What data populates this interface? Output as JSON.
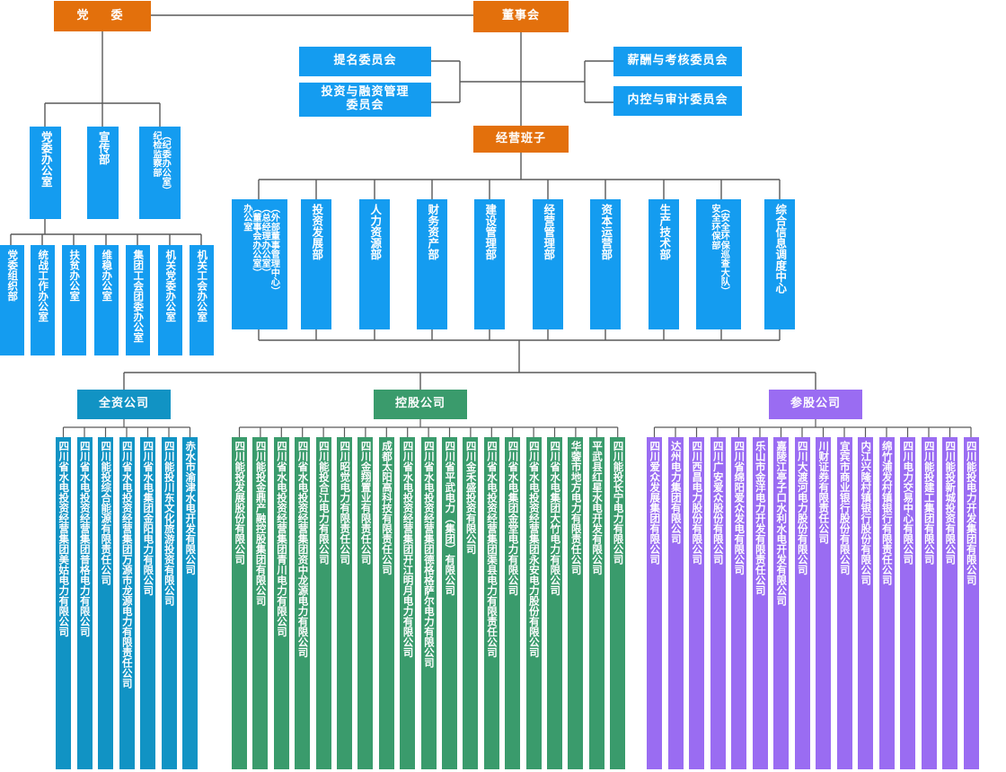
{
  "colors": {
    "orange": "#e3700c",
    "blue": "#149cf0",
    "teal": "#1193c4",
    "green": "#3a9b6c",
    "purple": "#9a6cf2",
    "line": "#595959",
    "text": "#ffffff"
  },
  "top": {
    "party_committee": "党　委",
    "board_of_directors": "董事会",
    "management_team": "经营班子"
  },
  "board_committees_left": [
    "提名委员会",
    "投资与融资管理\n委员会"
  ],
  "board_committees_right": [
    "薪酬与考核委员会",
    "内控与审计委员会"
  ],
  "party_depts": [
    "党委办公室",
    "宣传部",
    "（纪委办公室）纪检监察部"
  ],
  "party_office_subs": [
    "党委组织部",
    "统战工作办公室",
    "扶贫办公室",
    "维稳办公室",
    "集团工会团委办公室",
    "机关党委办公室",
    "机关工会办公室"
  ],
  "functional_depts": [
    "（外部董事管理中心）（总经理办公室）（董事会办公室）办公室",
    "投资发展部",
    "人力资源部",
    "财务资产部",
    "建设管理部",
    "经营管理部",
    "资本运营部",
    "生产技术部",
    "（安全环保巡查大队）安全环保部",
    "综合信息调度中心"
  ],
  "functional_dept_cols": {
    "office": [
      "（外部董事管理中心）",
      "（总经理办公室）",
      "（董事会办公室）",
      "办公室"
    ],
    "safety": [
      "（安全环保巡查大队）",
      "安全环保部"
    ]
  },
  "groups": [
    {
      "id": "wholly-owned",
      "header": "全资公司",
      "color": "#1193c4",
      "companies": [
        "四川省水电投资经营集团美姑电力有限公司",
        "四川省水电投资经营集团普格电力有限公司",
        "四川能投综合能源有限责任公司",
        "四川省水电投资经营集团万源市龙源电力有限责任公司",
        "四川省水电集团金阳电力有限公司",
        "四川能投川东文化旅游投资有限公司",
        "赤水市渝津水电开发有限公司"
      ]
    },
    {
      "id": "holding",
      "header": "控股公司",
      "color": "#3a9b6c",
      "companies": [
        "四川能投发展股份有限公司",
        "四川能投金鼎产融控股集团有限公司",
        "四川省水电投资经营集团青川电力有限公司",
        "四川省水电投资经营集团资中龙源电力有限公司",
        "四川能投合江电力有限公司",
        "四川昭觉电力有限责任公司",
        "四川金翔置业有限责任公司",
        "成都太阳高科技有限责任公司",
        "四川省水电投资经营集团开江明月电力有限公司",
        "四川省水电投资经营集团德格格萨尔电力有限公司",
        "四川省平武电力（集团）有限公司",
        "四川金禾盛投资有限公司",
        "四川省水电投资经营集团渠县电力有限责任公司",
        "四川省水电集团金堂电力有限公司",
        "四川省水电投资经营集团永安电力股份有限公司",
        "四川省水电集团大竹电力有限公司",
        "华蓥市地方电力有限责任公司",
        "平武县红星水电开发有限公司",
        "四川能投长宁电力有限公司"
      ]
    },
    {
      "id": "participating",
      "header": "参股公司",
      "color": "#9a6cf2",
      "companies": [
        "四川爱众发展集团有限公司",
        "达州电力集团有限公司",
        "四川西昌电力股份有限公司",
        "四川广安爱众股份有限公司",
        "四川省绵阳爱众发电有限公司",
        "乐山市金洋电力开发有限责任公司",
        "嘉陵江亭子口水利水电开发有限公司",
        "四川大渡河电力股份有限公司",
        "川财证券有限责任公司",
        "宜宾市商业银行股份有限公司",
        "内江兴隆村镇银行股份有限公司",
        "绵竹浦发村镇银行有限责任公司",
        "四川电力交易中心有限公司",
        "四川能投建工集团有限公司",
        "四川能投新城投资有限公司",
        "四川能投电力开发集团有限公司"
      ]
    }
  ]
}
